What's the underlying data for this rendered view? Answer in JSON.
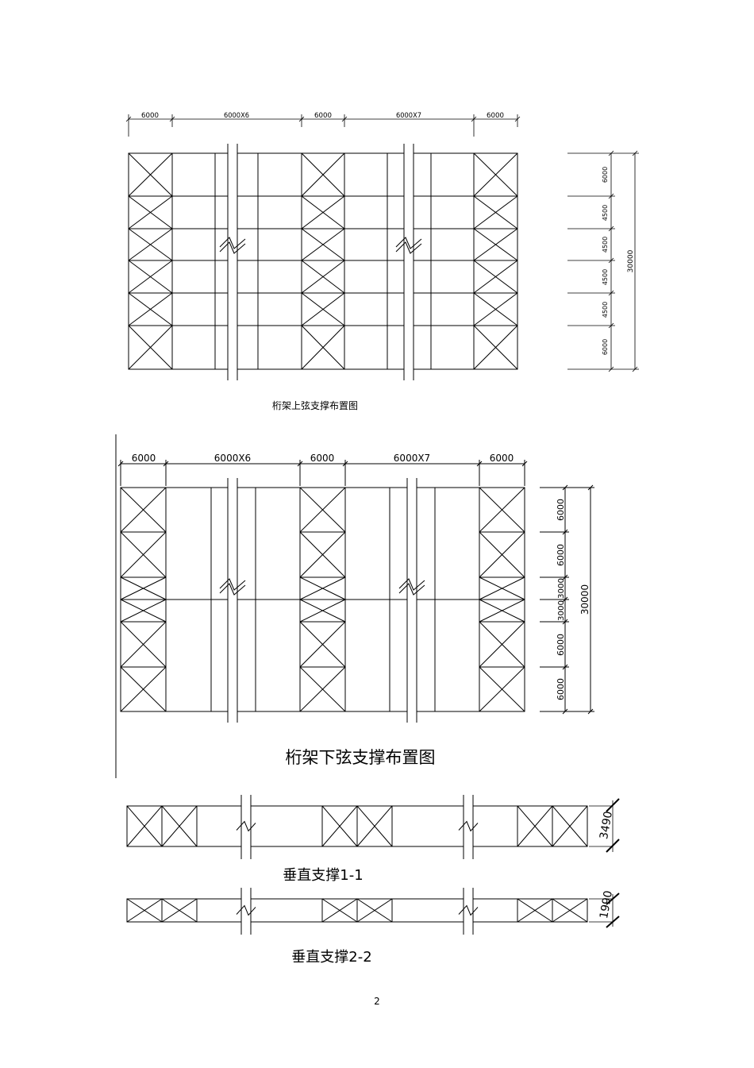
{
  "page_number": "2",
  "top_plan": {
    "caption": "桁架上弦支撑布置图",
    "bay_dims": [
      "6000",
      "6000X6",
      "6000",
      "6000X7",
      "6000"
    ],
    "side_dims": [
      "6000",
      "4500",
      "4500",
      "4500",
      "4500",
      "6000"
    ],
    "total_dim": "30000"
  },
  "bottom_plan": {
    "caption": "桁架下弦支撑布置图",
    "bay_dims": [
      "6000",
      "6000X6",
      "6000",
      "6000X7",
      "6000"
    ],
    "side_dims": [
      "6000",
      "6000",
      "3000",
      "3000",
      "6000",
      "6000"
    ],
    "total_dim": "30000"
  },
  "section_1": {
    "caption": "垂直支撑1-1",
    "height_dim": "3490"
  },
  "section_2": {
    "caption": "垂直支撑2-2",
    "height_dim": "1990"
  }
}
